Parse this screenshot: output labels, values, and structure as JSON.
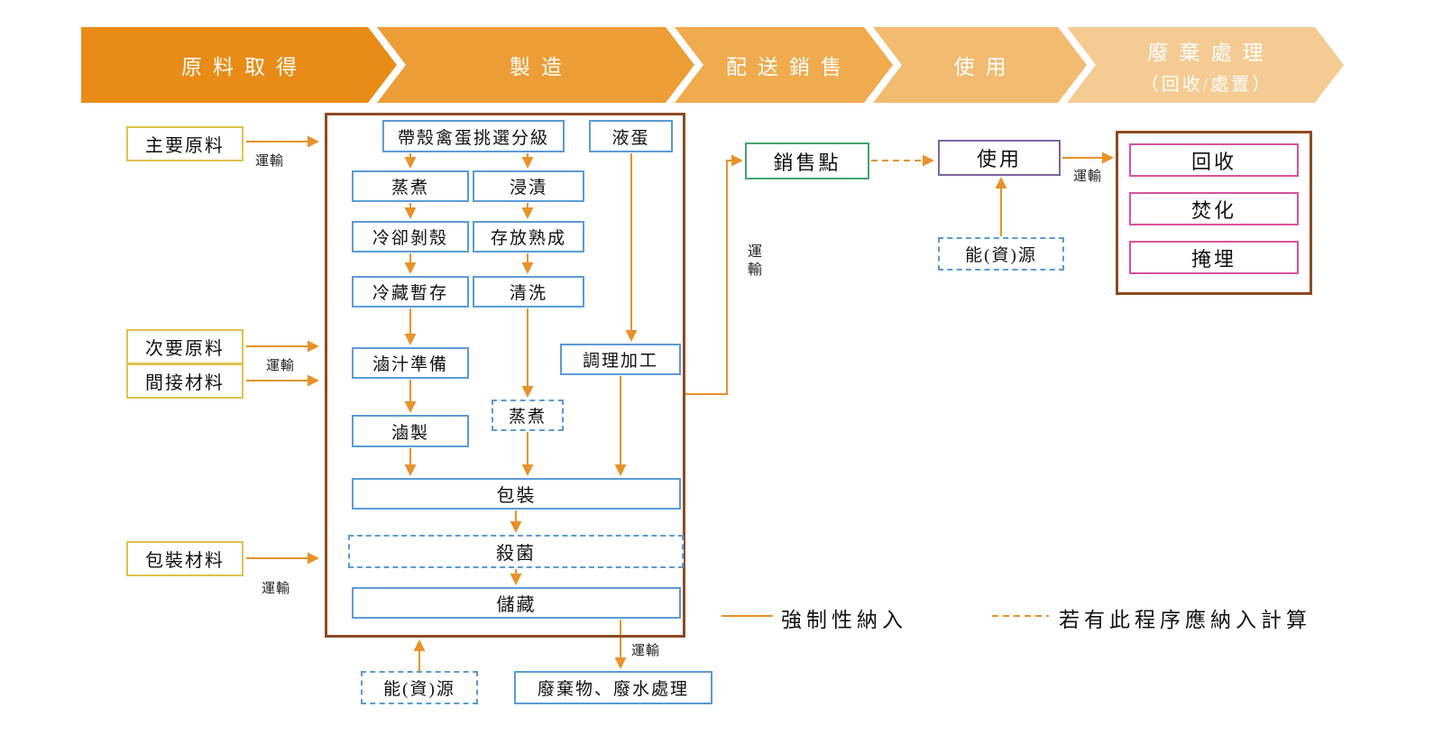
{
  "banner": {
    "stages": [
      {
        "label": "原料取得",
        "color": "#E98C17"
      },
      {
        "label": "製造",
        "color": "#EC9D36"
      },
      {
        "label": "配送銷售",
        "color": "#EFAB4E"
      },
      {
        "label": "使用",
        "color": "#F2BB70"
      },
      {
        "label": "廢棄處理",
        "sublabel": "（回收/處置）",
        "color": "#F5CB93"
      }
    ]
  },
  "left_inputs": {
    "main_material": "主要原料",
    "secondary_material": "次要原料",
    "indirect_material": "間接材料",
    "packaging_material": "包裝材料",
    "transport_main": "運輸",
    "transport_secondary": "運輸",
    "transport_packaging": "運輸"
  },
  "manufacturing": {
    "egg_sorting": "帶殼禽蛋挑選分級",
    "liquid_egg": "液蛋",
    "steaming": "蒸煮",
    "soaking": "浸漬",
    "cooling_shelling": "冷卻剝殼",
    "storage_aging": "存放熟成",
    "cold_storage": "冷藏暫存",
    "washing": "清洗",
    "marinade_prep": "滷汁準備",
    "processing": "調理加工",
    "marinating": "滷製",
    "steaming_optional": "蒸煮",
    "packaging": "包裝",
    "sterilization": "殺菌",
    "storage": "儲藏"
  },
  "bottom": {
    "energy": "能(資)源",
    "waste_treatment": "廢棄物、廢水處理",
    "transport": "運輸"
  },
  "distribution": {
    "sales_point": "銷售點",
    "transport_vertical": "運輸"
  },
  "use_stage": {
    "use": "使用",
    "energy": "能(資)源",
    "transport": "運輸"
  },
  "disposal": {
    "recycle": "回收",
    "incineration": "焚化",
    "landfill": "掩埋"
  },
  "legend": {
    "solid_label": "強制性納入",
    "dashed_label": "若有此程序應納入計算"
  },
  "colors": {
    "arrow": "#E8922A",
    "yellow_border": "#DFC24F",
    "blue_border": "#5B9BD5",
    "green_border": "#41A667",
    "purple_border": "#8064A2",
    "pink_border": "#D6549E",
    "brown_border": "#8C4B21"
  }
}
